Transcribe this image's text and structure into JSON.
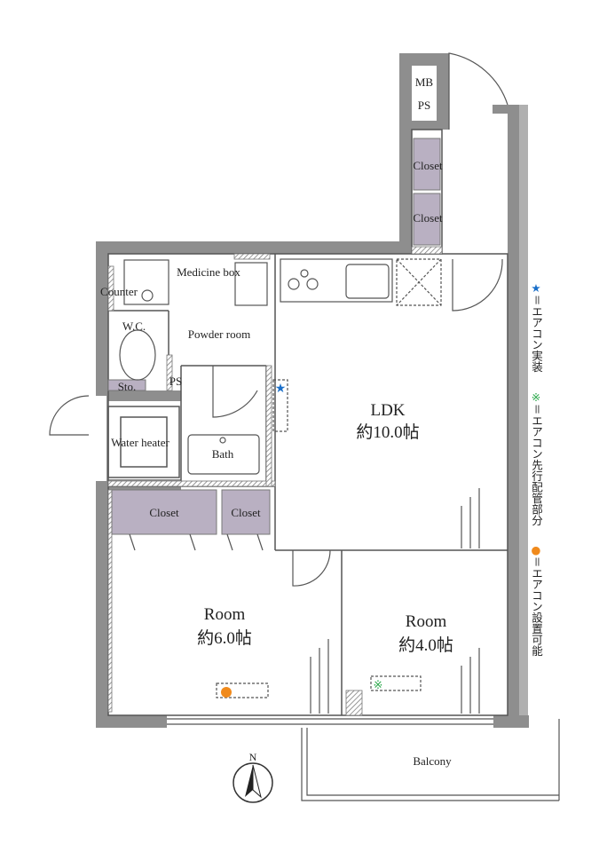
{
  "floor_plan": {
    "rooms": {
      "ldk": {
        "name": "LDK",
        "size": "約10.0帖"
      },
      "room_western": {
        "name": "Room",
        "size": "約6.0帖"
      },
      "room_eastern": {
        "name": "Room",
        "size": "約4.0帖"
      },
      "powder_room": "Powder room",
      "wc": "W.C.",
      "bath": "Bath",
      "water_heater": "Water heater",
      "counter": "Counter",
      "medicine_box": "Medicine box",
      "storage": "Sto.",
      "ps_bath": "PS",
      "mb": "MB",
      "ps_top": "PS",
      "closet_top1": "Closet",
      "closet_top2": "Closet",
      "closet_left": "Closet",
      "closet_right": "Closet",
      "balcony": "Balcony"
    },
    "compass": "N",
    "legend": [
      {
        "symbol": "★",
        "text": "＝エアコン実装",
        "color": "#1a6fc9"
      },
      {
        "symbol": "※",
        "text": "＝エアコン先行配管部分",
        "color": "#2aa84a"
      },
      {
        "symbol": "●",
        "text": "＝エアコン設置可能",
        "color": "#f08a1c"
      }
    ],
    "colors": {
      "wall": "#8e8e8e",
      "closet": "#b9b0c2",
      "line": "#555555"
    }
  }
}
